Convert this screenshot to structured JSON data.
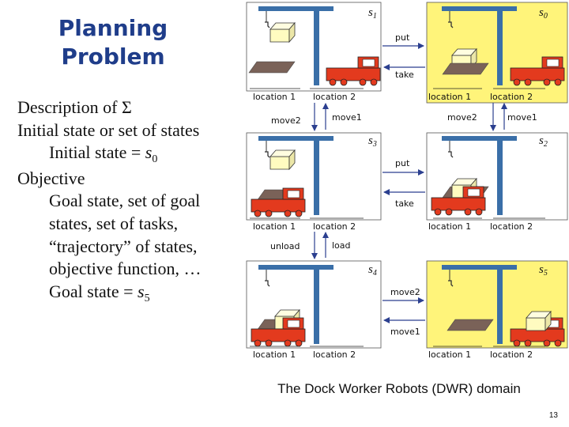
{
  "title": {
    "line1": "Planning",
    "line2": "Problem"
  },
  "description": {
    "line1": "Description of Σ",
    "line2": "Initial state or set of states",
    "line3_text": "Initial state = ",
    "line3_var": "s",
    "line3_sub": "0",
    "line4": "Objective",
    "line5": "Goal state, set of goal",
    "line6": "states, set of tasks,",
    "line7": "“trajectory” of states,",
    "line8": "objective function, …",
    "line9_text": "Goal state = ",
    "line9_var": "s",
    "line9_sub": "5"
  },
  "states": {
    "s0": {
      "name": "s",
      "sub": "0"
    },
    "s1": {
      "name": "s",
      "sub": "1"
    },
    "s2": {
      "name": "s",
      "sub": "2"
    },
    "s3": {
      "name": "s",
      "sub": "3"
    },
    "s4": {
      "name": "s",
      "sub": "4"
    },
    "s5": {
      "name": "s",
      "sub": "5"
    }
  },
  "location_labels": {
    "loc1": "location 1",
    "loc2": "location 2"
  },
  "actions": {
    "put": "put",
    "take": "take",
    "move1": "move1",
    "move2": "move2",
    "load": "load",
    "unload": "unload"
  },
  "caption": "The Dock Worker Robots (DWR) domain",
  "page_number": "13",
  "colors": {
    "title": "#1f3d8a",
    "highlight_state": "#fff47a",
    "crane": "#3a6fa8",
    "arrow": "#2b3f8f",
    "robot": "#e33a1e",
    "container": "#fffbc0",
    "pallet": "#7a6258"
  }
}
